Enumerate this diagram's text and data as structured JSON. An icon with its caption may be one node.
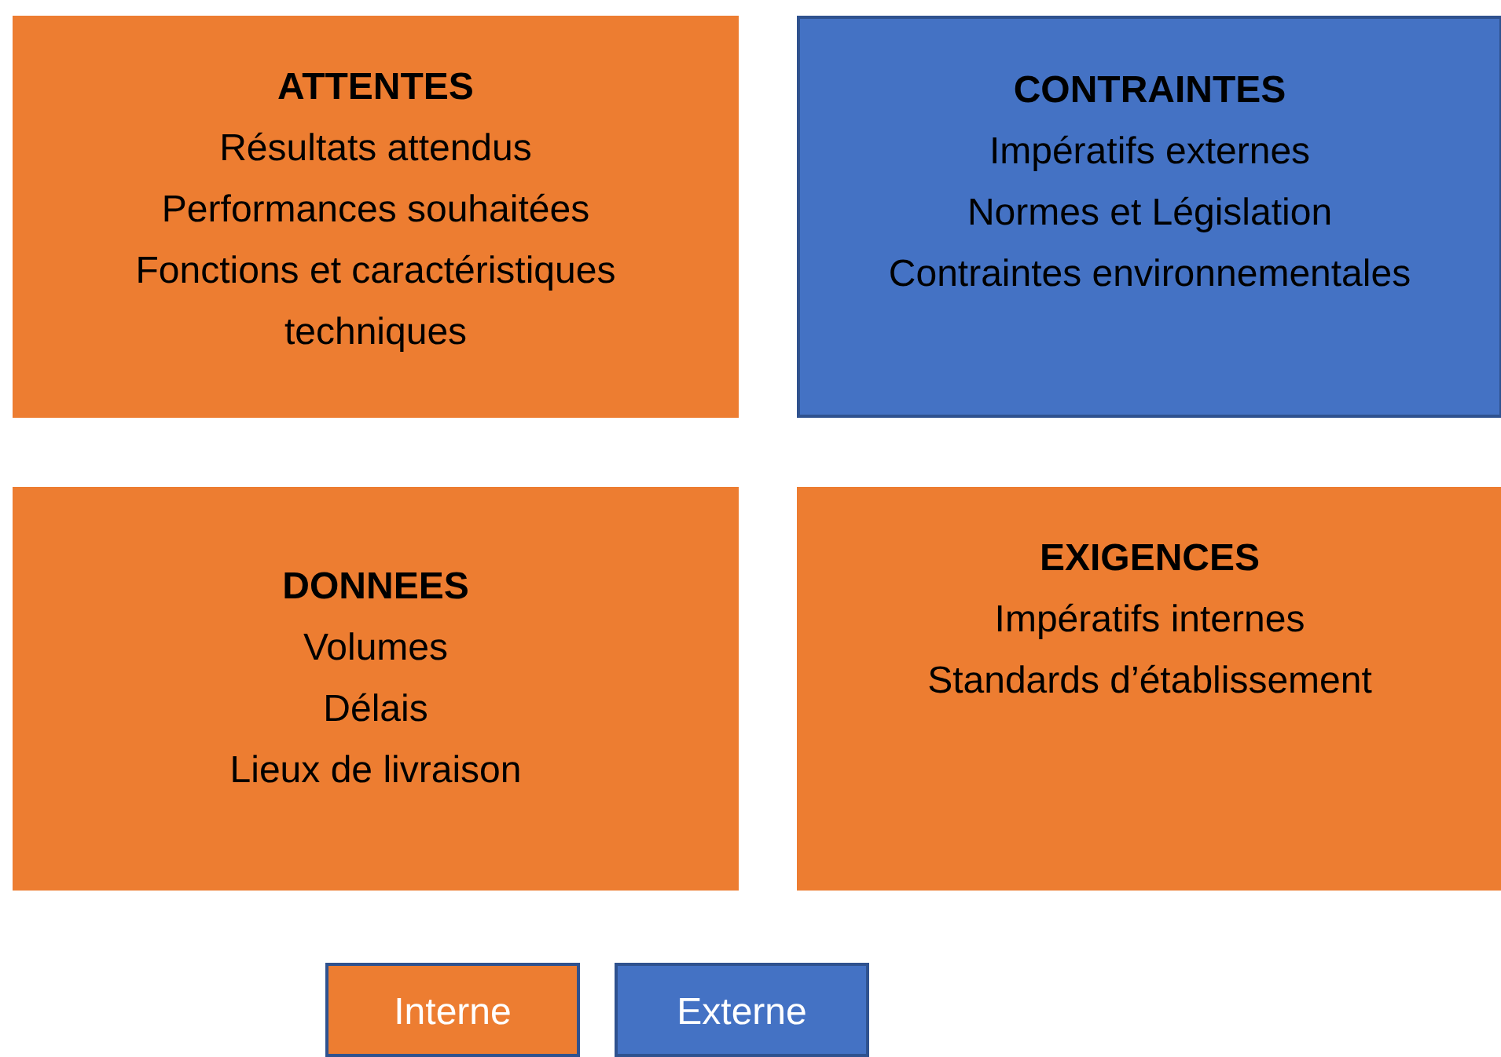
{
  "diagram": {
    "nodes": [
      {
        "text": [
          "ATTENTES",
          "Résultats attendus",
          "Performances souhaitées",
          "Fonctions et caractéristiques techniques"
        ]
      },
      {
        "text": [
          "CONTRAINTES",
          "Impératifs externes",
          "Normes et Législation",
          "Contraintes environnementales"
        ]
      },
      {
        "text": [
          "DONNEES",
          "Volumes",
          "Délais",
          "Lieux de livraison"
        ]
      },
      {
        "text": [
          "EXIGENCES",
          "Impératifs internes",
          "Standards d’établissement"
        ]
      }
    ],
    "edges": [],
    "legend": [
      {
        "text": "Interne",
        "color": "#ed7d31"
      },
      {
        "text": "Externe",
        "color": "#4472c4"
      }
    ]
  }
}
